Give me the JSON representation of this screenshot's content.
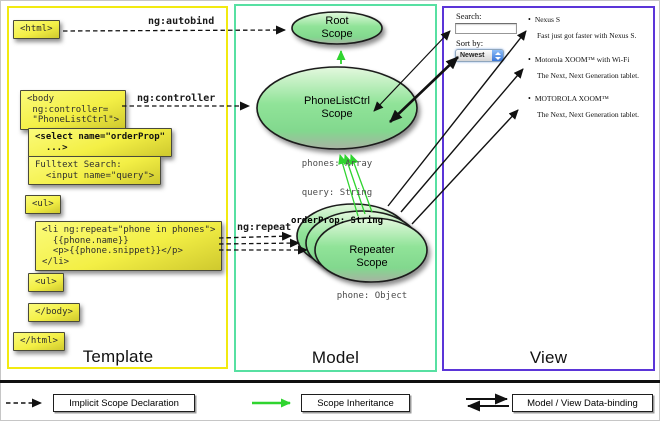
{
  "template_panel": {
    "title": "Template",
    "boxes": {
      "html_open": "<html>",
      "body_open": "<body\n ng:controller=\n \"PhoneListCtrl\">",
      "select": "<select name=\"orderProp\"\n  ...>",
      "fulltext": "Fulltext Search:\n  <input name=\"query\">",
      "ul_open": "<ul>",
      "li_repeat": "<li ng:repeat=\"phone in phones\">\n  {{phone.name}}\n  <p>{{phone.snippet}}</p>\n</li>",
      "ul_close": "<ul>",
      "body_close": "</body>",
      "html_close": "</html>"
    }
  },
  "edges": {
    "autobind": "ng:autobind",
    "controller": "ng:controller",
    "repeat": "ng:repeat"
  },
  "model_panel": {
    "title": "Model",
    "root_scope": {
      "title": "Root\nScope"
    },
    "phonelist_scope": {
      "title": "PhoneListCtrl\nScope",
      "prop_phones": "phones: Array",
      "prop_query": "query: String",
      "prop_orderprop": "orderProp: String"
    },
    "repeater_scope": {
      "title": "Repeater\nScope",
      "prop_phone": "phone: Object"
    }
  },
  "view_panel": {
    "title": "View",
    "search_label": "Search:",
    "sort_label": "Sort by:",
    "sort_value": "Newest",
    "bullet_glyph": "•",
    "items": [
      {
        "title": "Nexus S",
        "desc": "Fast just got faster with Nexus S."
      },
      {
        "title": "Motorola XOOM™ with Wi-Fi",
        "desc": "The Next, Next Generation tablet."
      },
      {
        "title": "MOTOROLA XOOM™",
        "desc": "The Next, Next Generation tablet."
      }
    ]
  },
  "legend": {
    "implicit": "Implicit Scope Declaration",
    "inheritance": "Scope Inheritance",
    "databinding": "Model / View Data-binding"
  },
  "colors": {
    "template_border": "#f2ea10",
    "model_border": "#57e0a2",
    "view_border": "#5b35d8",
    "code_yellow": "#f3ef45",
    "scope_green": "#90e398",
    "inheritance_green": "#2fd42f",
    "arrow_black": "#111111"
  }
}
